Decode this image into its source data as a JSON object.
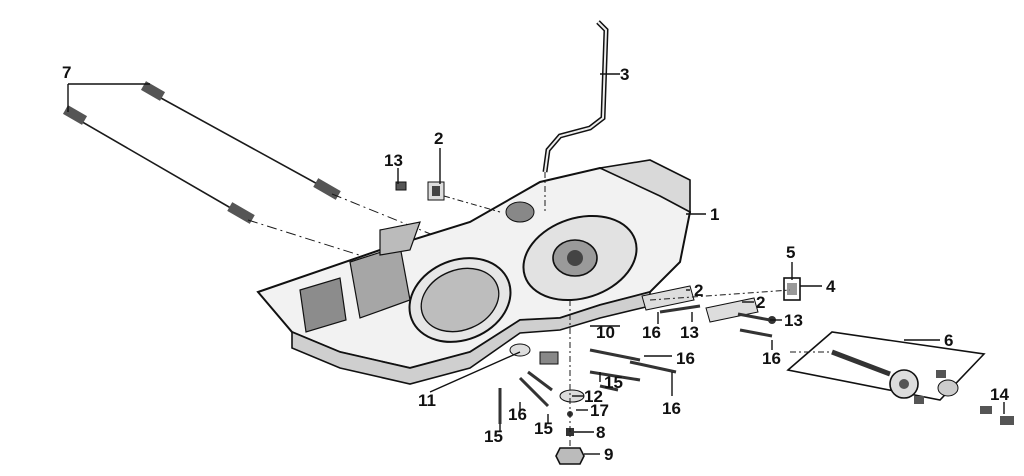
{
  "callouts": {
    "c1": "1",
    "c2a": "2",
    "c2b": "2",
    "c2c": "2",
    "c3": "3",
    "c4": "4",
    "c5": "5",
    "c6": "6",
    "c7": "7",
    "c8": "8",
    "c9": "9",
    "c10": "10",
    "c11": "11",
    "c12": "12",
    "c13a": "13",
    "c13b": "13",
    "c13c": "13",
    "c14": "14",
    "c15a": "15",
    "c15b": "15",
    "c15c": "15",
    "c16a": "16",
    "c16b": "16",
    "c16c": "16",
    "c16d": "16",
    "c16e": "16",
    "c17": "17"
  }
}
